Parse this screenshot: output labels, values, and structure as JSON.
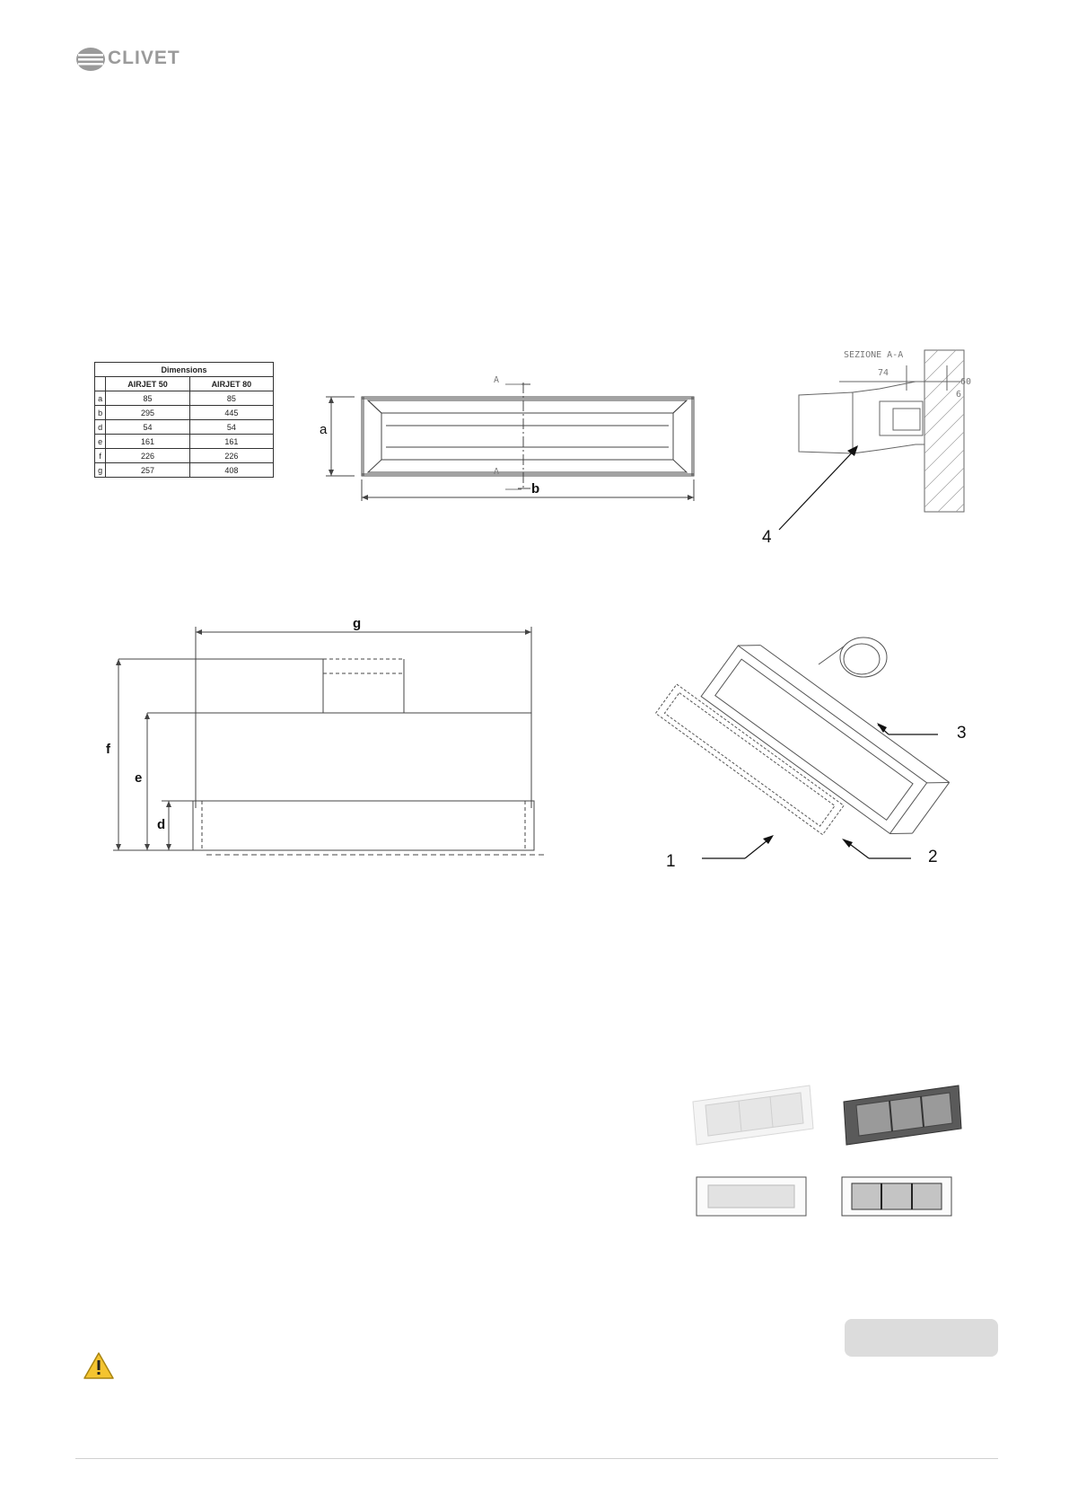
{
  "logo": {
    "text": "CLIVET"
  },
  "dimensions_table": {
    "title": "Dimensions",
    "headers": [
      "",
      "AIRJET 50",
      "AIRJET 80"
    ],
    "rows": [
      [
        "a",
        "85",
        "85"
      ],
      [
        "b",
        "295",
        "445"
      ],
      [
        "d",
        "54",
        "54"
      ],
      [
        "e",
        "161",
        "161"
      ],
      [
        "f",
        "226",
        "226"
      ],
      [
        "g",
        "257",
        "408"
      ]
    ]
  },
  "front_view": {
    "label_a": "a",
    "label_b": "b",
    "section_top": "A",
    "section_bottom": "A"
  },
  "section_view": {
    "title": "SEZIONE A-A",
    "dim_74": "74",
    "dim_60": "60",
    "dim_6": "6",
    "callout_4": "4"
  },
  "side_view": {
    "label_g": "g",
    "label_f": "f",
    "label_e": "e",
    "label_d": "d"
  },
  "exploded_view": {
    "callout_1": "1",
    "callout_2": "2",
    "callout_3": "3"
  },
  "icons": [
    "warning-icon"
  ]
}
